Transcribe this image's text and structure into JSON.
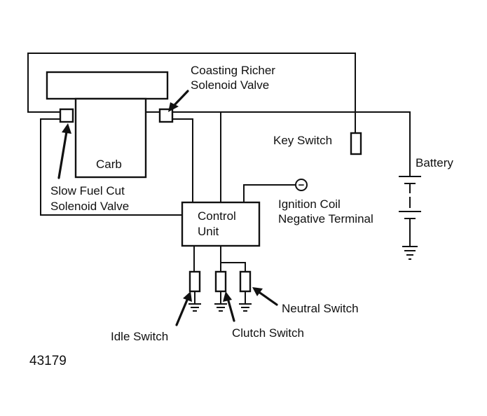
{
  "labels": {
    "carb": "Carb",
    "coasting_line1": "Coasting Richer",
    "coasting_line2": "Solenoid Valve",
    "key_switch": "Key Switch",
    "battery": "Battery",
    "slow_fuel_line1": "Slow Fuel Cut",
    "slow_fuel_line2": "Solenoid Valve",
    "control_line1": "Control",
    "control_line2": "Unit",
    "ignition_line1": "Ignition Coil",
    "ignition_line2": "Negative Terminal",
    "ignition_symbol": "−",
    "idle_switch": "Idle Switch",
    "clutch_switch": "Clutch Switch",
    "neutral_switch": "Neutral Switch",
    "figure_number": "43179"
  },
  "colors": {
    "ink": "#111111",
    "paper": "#ffffff"
  }
}
